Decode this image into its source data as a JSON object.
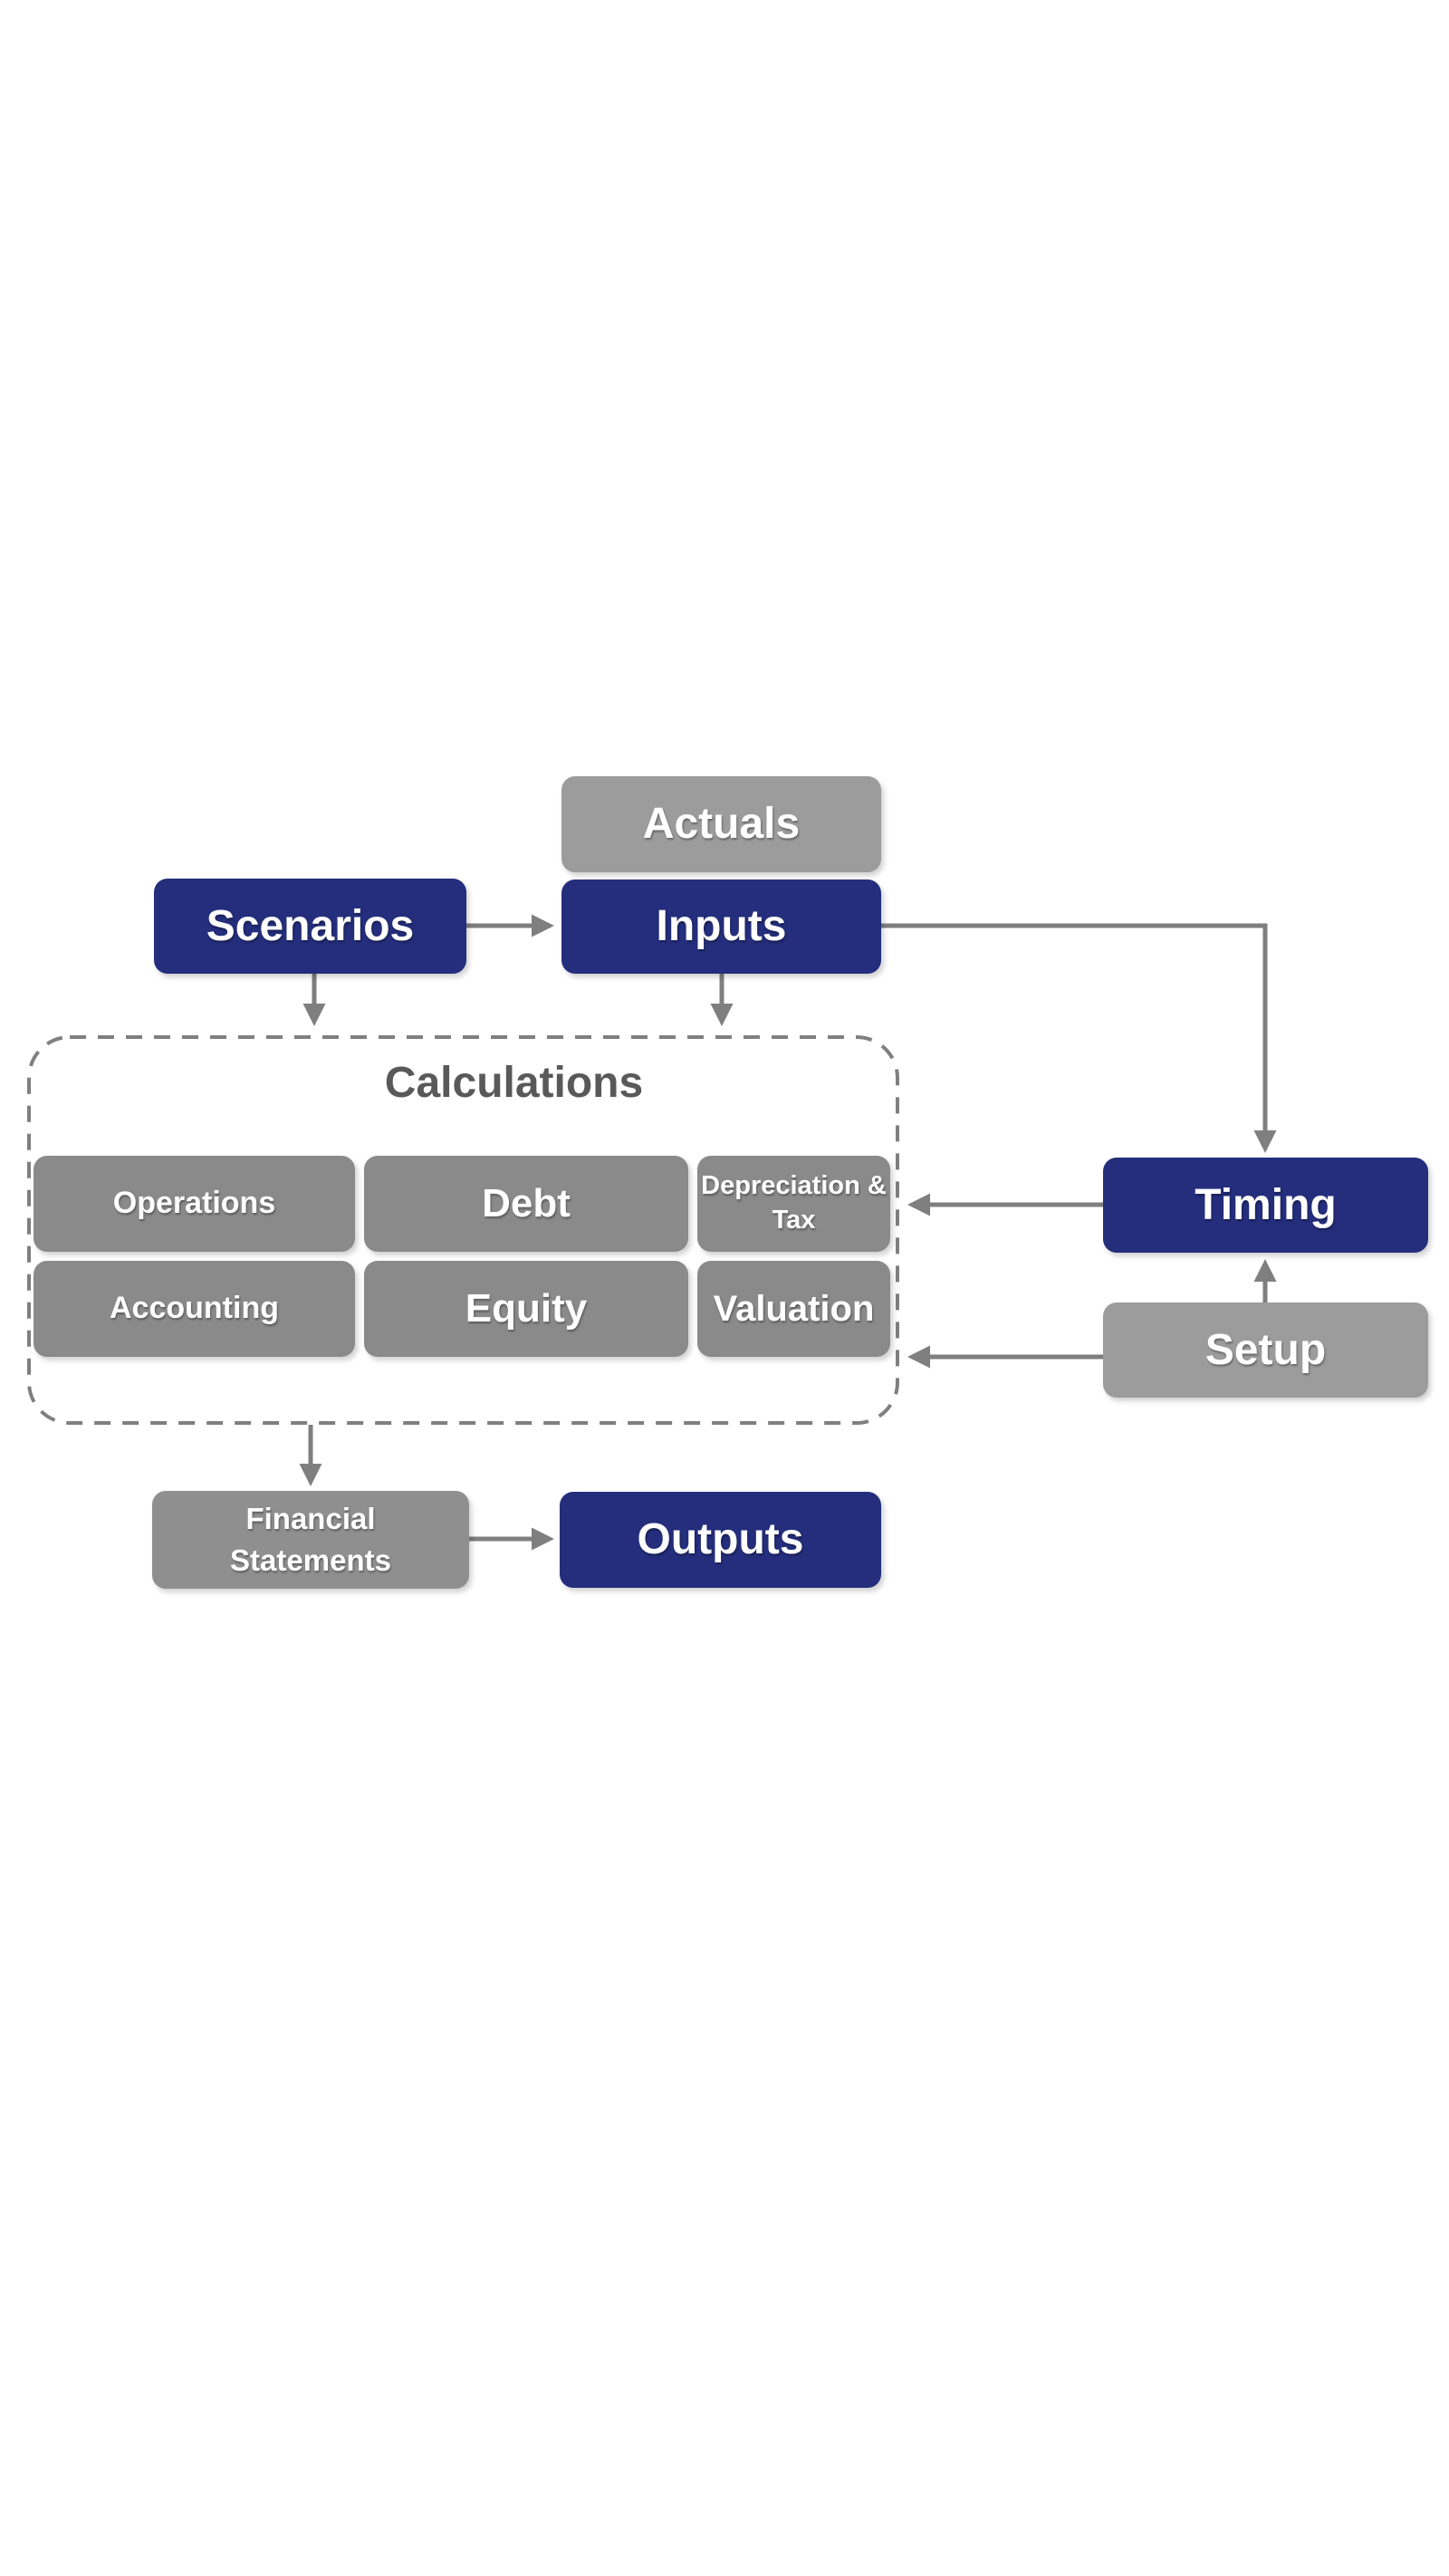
{
  "diagram": {
    "title": "Calculations",
    "nodes": {
      "actuals": {
        "label": "Actuals"
      },
      "scenarios": {
        "label": "Scenarios"
      },
      "inputs": {
        "label": "Inputs"
      },
      "operations": {
        "label": "Operations"
      },
      "debt": {
        "label": "Debt"
      },
      "depreciation_tax": {
        "label": "Depreciation & Tax",
        "lines": [
          "Depreciation &",
          "Tax"
        ]
      },
      "accounting": {
        "label": "Accounting"
      },
      "equity": {
        "label": "Equity"
      },
      "valuation": {
        "label": "Valuation"
      },
      "timing": {
        "label": "Timing"
      },
      "setup": {
        "label": "Setup"
      },
      "financial_statements": {
        "label": "Financial Statements",
        "lines": [
          "Financial",
          "Statements"
        ]
      },
      "outputs": {
        "label": "Outputs"
      }
    },
    "edges": [
      {
        "from": "scenarios",
        "to": "inputs"
      },
      {
        "from": "scenarios",
        "to": "calculations"
      },
      {
        "from": "inputs",
        "to": "calculations"
      },
      {
        "from": "inputs",
        "to": "timing"
      },
      {
        "from": "setup",
        "to": "timing"
      },
      {
        "from": "timing",
        "to": "calculations"
      },
      {
        "from": "setup",
        "to": "calculations"
      },
      {
        "from": "calculations",
        "to": "financial_statements"
      },
      {
        "from": "financial_statements",
        "to": "outputs"
      }
    ],
    "colors": {
      "navy_box": "#242e7c",
      "gray_box": "#8a8a8a",
      "gray_box_light": "#9c9c9c",
      "gray_box_mid": "#8f8f8f",
      "arrow": "#7f7f7f",
      "dashed_border": "#7f7f7f",
      "title_text": "#595959",
      "box_text": "#ffffff",
      "background": "#ffffff"
    }
  }
}
